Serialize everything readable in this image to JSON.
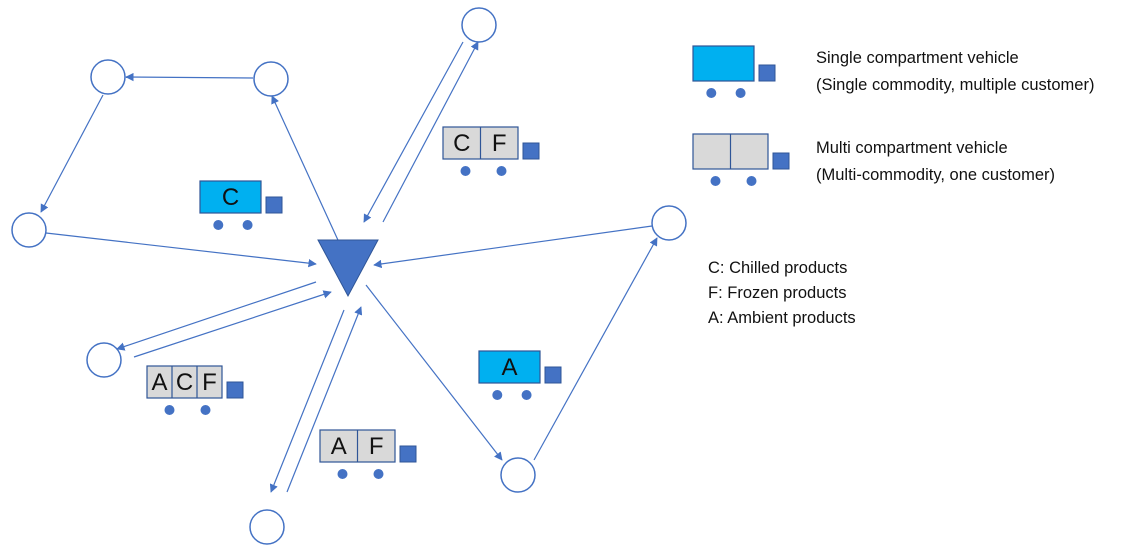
{
  "colors": {
    "line": "#4472C4",
    "depot": "#4472C4",
    "single_body": "#00B0F0",
    "multi_body": "#D9D9D9",
    "body_stroke": "#2F5597",
    "cab": "#4472C4",
    "wheel": "#4472C4",
    "customer_fill": "#FFFFFF"
  },
  "vehicles": [
    {
      "id": "C",
      "labels": [
        "C"
      ],
      "kind": "single"
    },
    {
      "id": "CF",
      "labels": [
        "C",
        "F"
      ],
      "kind": "multi"
    },
    {
      "id": "ACF",
      "labels": [
        "A",
        "C",
        "F"
      ],
      "kind": "multi"
    },
    {
      "id": "AF",
      "labels": [
        "A",
        "F"
      ],
      "kind": "multi"
    },
    {
      "id": "A",
      "labels": [
        "A"
      ],
      "kind": "single"
    }
  ],
  "legend": {
    "single": {
      "line1": "Single compartment vehicle",
      "line2": "(Single commodity, multiple customer)"
    },
    "multi": {
      "line1": "Multi compartment vehicle",
      "line2": "(Multi-commodity, one customer)"
    },
    "codes": [
      "C: Chilled products",
      "F: Frozen products",
      "A: Ambient products"
    ]
  }
}
